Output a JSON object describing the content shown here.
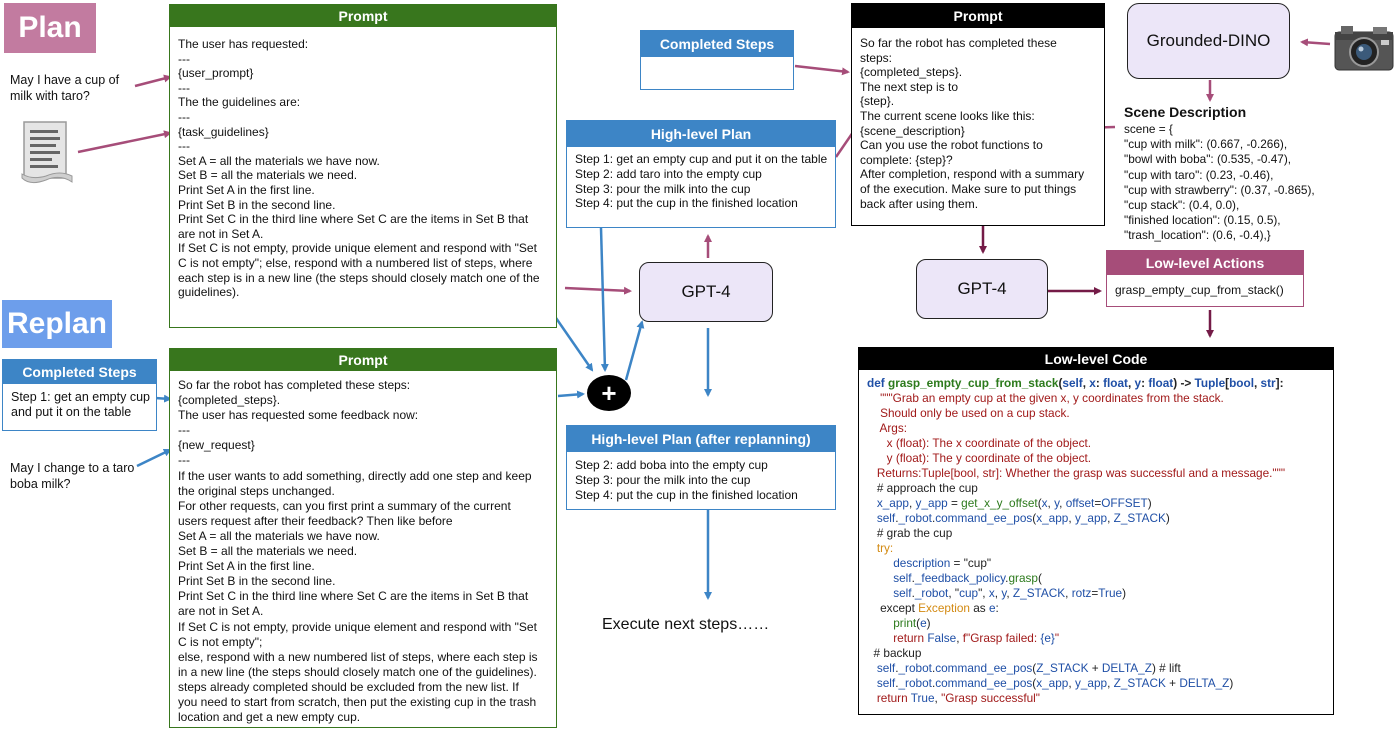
{
  "colors": {
    "plan_tag": "#c27ba0",
    "replan_tag": "#6d9eeb",
    "green_header": "#38761d",
    "blue_header": "#3d85c6",
    "black_header": "#000000",
    "purple_header": "#a64d79",
    "purple_arrow": "#a64d79",
    "blue_arrow": "#3d85c6",
    "dark_arrow": "#741b47",
    "gpt_fill": "#ece6f8"
  },
  "plan_tag": "Plan",
  "replan_tag": "Replan",
  "user_request_1": "May I have a cup of\nmilk with taro?",
  "user_request_2": "May I change to a taro\nboba milk?",
  "document_icon": "document-icon",
  "camera_icon": "camera-icon",
  "plus_symbol": "+",
  "prompt_plan": {
    "title": "Prompt",
    "lines": [
      "The user has requested:",
      "---",
      "{user_prompt}",
      "---",
      "The the guidelines are:",
      "---",
      "{task_guidelines}",
      "---",
      "Set A = all the materials we have now.",
      "Set B = all the materials we need.",
      "Print Set A in the first line.",
      "Print Set B in the second line.",
      "Print Set C in the third line where Set C are the items in Set B that",
      "are not in Set A.",
      "If Set C is not empty, provide unique element and respond with \"Set",
      "C is not empty\"; else, respond with a numbered list of steps, where",
      "each step is in a new line (the steps should closely match one of the",
      "guidelines)."
    ]
  },
  "completed_steps_replan": {
    "title": "Completed Steps",
    "lines": [
      "Step 1: get an empty cup",
      "and put it on the table"
    ]
  },
  "prompt_replan": {
    "title": "Prompt",
    "lines": [
      "So far the robot has completed these steps:",
      "{completed_steps}.",
      "The user has requested some feedback now:",
      "---",
      "{new_request}",
      "---",
      "If the user wants to add something, directly add one step and keep",
      "the original steps unchanged.",
      "For other requests, can you first print a summary of the current",
      "users request after their feedback? Then like before",
      "Set A = all the materials we have now.",
      "Set B = all the materials we need.",
      "Print Set A in the first line.",
      "Print Set B in the second line.",
      "Print Set C in the third line where Set C are the items in Set B that",
      "are not in Set A.",
      "If Set C is not empty, provide unique element and respond with \"Set",
      "C is not empty\";",
      "else, respond with a new numbered list of steps, where each step is",
      "in a new line (the steps should closely match one of the guidelines).",
      "steps already completed should be excluded from the new list. If",
      "you need to start from scratch, then put the existing cup in the trash",
      "location and get a new empty cup."
    ]
  },
  "completed_steps_top": {
    "title": "Completed Steps"
  },
  "high_level_plan": {
    "title": "High-level Plan",
    "lines": [
      "Step 1: get an empty cup and put it on the table",
      "Step 2: add taro into the empty cup",
      "Step 3: pour the milk into the cup",
      "Step 4: put the cup in the finished location"
    ]
  },
  "gpt_left": "GPT-4",
  "gpt_right": "GPT-4",
  "high_level_plan_replan": {
    "title": "High-level Plan (after replanning)",
    "lines": [
      "Step 2: add boba into the empty cup",
      "Step 3: pour the milk into the cup",
      "Step 4: put the cup in the finished location"
    ]
  },
  "execute_text": "Execute next steps……",
  "prompt_low": {
    "title": "Prompt",
    "lines": [
      "So far the robot has completed these",
      "steps:",
      "{completed_steps}.",
      "The next step is to",
      "{step}.",
      "The current scene looks like this:",
      "{scene_description}",
      "Can you use the robot functions to",
      "complete: {step}?",
      "After completion, respond with a summary",
      "of the execution. Make sure to put things",
      "back after using them."
    ]
  },
  "grounded_dino": "Grounded-DINO",
  "scene_description": {
    "title": "Scene Description",
    "lines": [
      "scene = {",
      "\"cup with milk\": (0.667, -0.266),",
      "\"bowl with boba\": (0.535, -0.47),",
      "\"cup with taro\": (0.23, -0.46),",
      "\"cup with strawberry\": (0.37, -0.865),",
      "\"cup stack\": (0.4, 0.0),",
      "\"finished location\": (0.15, 0.5),",
      "\"trash_location\": (0.6, -0.4),}"
    ]
  },
  "low_level_actions": {
    "title": "Low-level Actions",
    "lines": [
      "grasp_empty_cup_from_stack()"
    ]
  },
  "low_level_code": {
    "title": "Low-level Code",
    "lines": [
      [
        [
          "k-blue",
          "def "
        ],
        [
          "k-green",
          "grasp_empty_cup_from_stack"
        ],
        [
          "k-dark",
          "("
        ],
        [
          "k-blue",
          "self"
        ],
        [
          "k-dark",
          ", "
        ],
        [
          "k-blue",
          "x"
        ],
        [
          "k-dark",
          ": "
        ],
        [
          "k-blue",
          "float"
        ],
        [
          "k-dark",
          ", "
        ],
        [
          "k-blue",
          "y"
        ],
        [
          "k-dark",
          ": "
        ],
        [
          "k-blue",
          "float"
        ],
        [
          "k-dark",
          ") -> "
        ],
        [
          "k-blue",
          "Tuple"
        ],
        [
          "k-dark",
          "["
        ],
        [
          "k-blue",
          "bool"
        ],
        [
          "k-dark",
          ", "
        ],
        [
          "k-blue",
          "str"
        ],
        [
          "k-dark",
          "]:"
        ]
      ],
      [
        [
          "k-red",
          "    \"\"\"Grab an empty cup at the given x, y coordinates from the stack."
        ]
      ],
      [
        [
          "k-red",
          "    Should only be used on a cup stack."
        ]
      ],
      [
        [
          "k-red",
          "    Args:"
        ]
      ],
      [
        [
          "k-red",
          "      x (float): The x coordinate of the object."
        ]
      ],
      [
        [
          "k-red",
          "      y (float): The y coordinate of the object."
        ]
      ],
      [
        [
          "k-red",
          "   Returns:Tuple[bool, str]: Whether the grasp was successful and a message.\"\"\""
        ]
      ],
      [
        [
          "k-dark",
          "   # approach the cup"
        ]
      ],
      [
        [
          "k-blue",
          "   x_app"
        ],
        [
          "k-dark",
          ", "
        ],
        [
          "k-blue",
          "y_app"
        ],
        [
          "k-dark",
          " = "
        ],
        [
          "k-green",
          "get_x_y_offset"
        ],
        [
          "k-dark",
          "("
        ],
        [
          "k-blue",
          "x"
        ],
        [
          "k-dark",
          ", "
        ],
        [
          "k-blue",
          "y"
        ],
        [
          "k-dark",
          ", "
        ],
        [
          "k-blue",
          "offset"
        ],
        [
          "k-dark",
          "="
        ],
        [
          "k-blue",
          "OFFSET"
        ],
        [
          "k-dark",
          ")"
        ]
      ],
      [
        [
          "k-blue",
          "   self"
        ],
        [
          "k-dark",
          "."
        ],
        [
          "k-blue",
          "_robot"
        ],
        [
          "k-dark",
          "."
        ],
        [
          "k-blue",
          "command_ee_pos"
        ],
        [
          "k-dark",
          "("
        ],
        [
          "k-blue",
          "x_app"
        ],
        [
          "k-dark",
          ", "
        ],
        [
          "k-blue",
          "y_app"
        ],
        [
          "k-dark",
          ", "
        ],
        [
          "k-blue",
          "Z_STACK"
        ],
        [
          "k-dark",
          ")"
        ]
      ],
      [
        [
          "k-dark",
          "   # grab the cup"
        ]
      ],
      [
        [
          "k-orange",
          "   try:"
        ]
      ],
      [
        [
          "k-blue",
          "        description"
        ],
        [
          "k-dark",
          " = \"cup\""
        ]
      ],
      [
        [
          "k-blue",
          "        self"
        ],
        [
          "k-dark",
          "."
        ],
        [
          "k-blue",
          "_feedback_policy"
        ],
        [
          "k-dark",
          "."
        ],
        [
          "k-green",
          "grasp"
        ],
        [
          "k-dark",
          "("
        ]
      ],
      [
        [
          "k-blue",
          "        self"
        ],
        [
          "k-dark",
          "."
        ],
        [
          "k-blue",
          "_robot"
        ],
        [
          "k-dark",
          ", \""
        ],
        [
          "k-blue",
          "cup"
        ],
        [
          "k-dark",
          "\", "
        ],
        [
          "k-blue",
          "x"
        ],
        [
          "k-dark",
          ", "
        ],
        [
          "k-blue",
          "y"
        ],
        [
          "k-dark",
          ", "
        ],
        [
          "k-blue",
          "Z_STACK"
        ],
        [
          "k-dark",
          ", "
        ],
        [
          "k-blue",
          "rotz"
        ],
        [
          "k-dark",
          "="
        ],
        [
          "k-blue",
          "True"
        ],
        [
          "k-dark",
          ")"
        ]
      ],
      [
        [
          "k-dark",
          "    except "
        ],
        [
          "k-orange",
          "Exception"
        ],
        [
          "k-dark",
          " as "
        ],
        [
          "k-blue",
          "e"
        ],
        [
          "k-dark",
          ":"
        ]
      ],
      [
        [
          "k-green",
          "        print"
        ],
        [
          "k-dark",
          "("
        ],
        [
          "k-blue",
          "e"
        ],
        [
          "k-dark",
          ")"
        ]
      ],
      [
        [
          "k-red",
          "        return "
        ],
        [
          "k-blue",
          "False"
        ],
        [
          "k-dark",
          ", "
        ],
        [
          "k-red",
          "f\"Grasp failed: "
        ],
        [
          "k-blue",
          "{e}"
        ],
        [
          "k-red",
          "\""
        ]
      ],
      [
        [
          "k-dark",
          "  # backup"
        ]
      ],
      [
        [
          "k-blue",
          "   self"
        ],
        [
          "k-dark",
          "."
        ],
        [
          "k-blue",
          "_robot"
        ],
        [
          "k-dark",
          "."
        ],
        [
          "k-blue",
          "command_ee_pos"
        ],
        [
          "k-dark",
          "("
        ],
        [
          "k-blue",
          "Z_STACK"
        ],
        [
          "k-dark",
          " + "
        ],
        [
          "k-blue",
          "DELTA_Z"
        ],
        [
          "k-dark",
          ") # lift"
        ]
      ],
      [
        [
          "k-blue",
          "   self"
        ],
        [
          "k-dark",
          "."
        ],
        [
          "k-blue",
          "_robot"
        ],
        [
          "k-dark",
          "."
        ],
        [
          "k-blue",
          "command_ee_pos"
        ],
        [
          "k-dark",
          "("
        ],
        [
          "k-blue",
          "x_app"
        ],
        [
          "k-dark",
          ", "
        ],
        [
          "k-blue",
          "y_app"
        ],
        [
          "k-dark",
          ", "
        ],
        [
          "k-blue",
          "Z_STACK"
        ],
        [
          "k-dark",
          " + "
        ],
        [
          "k-blue",
          "DELTA_Z"
        ],
        [
          "k-dark",
          ")"
        ]
      ],
      [
        [
          "k-red",
          "   return "
        ],
        [
          "k-blue",
          "True"
        ],
        [
          "k-dark",
          ", "
        ],
        [
          "k-red",
          "\"Grasp successful\""
        ]
      ]
    ]
  }
}
